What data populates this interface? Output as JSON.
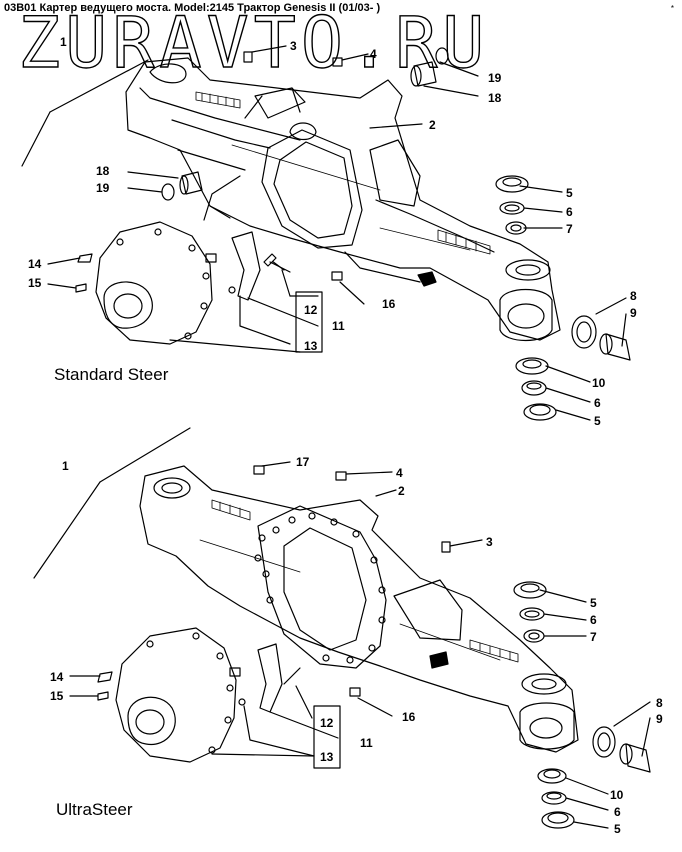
{
  "header": {
    "title": "03B01 Картер ведущего моста. Model:2145 Трактор Genesis II (01/03- )",
    "watermark": "ZURAVTO.RU",
    "corner_mark": "*"
  },
  "sections": [
    {
      "caption": "Standard Steer",
      "callouts": [
        "1",
        "2",
        "3",
        "4",
        "5",
        "6",
        "7",
        "8",
        "9",
        "10",
        "6",
        "5",
        "11",
        "12",
        "13",
        "14",
        "15",
        "16",
        "18",
        "19",
        "18",
        "19"
      ]
    },
    {
      "caption": "UltraSteer",
      "callouts": [
        "1",
        "2",
        "3",
        "4",
        "5",
        "6",
        "7",
        "8",
        "9",
        "10",
        "6",
        "5",
        "11",
        "12",
        "13",
        "14",
        "15",
        "16",
        "17"
      ]
    }
  ]
}
